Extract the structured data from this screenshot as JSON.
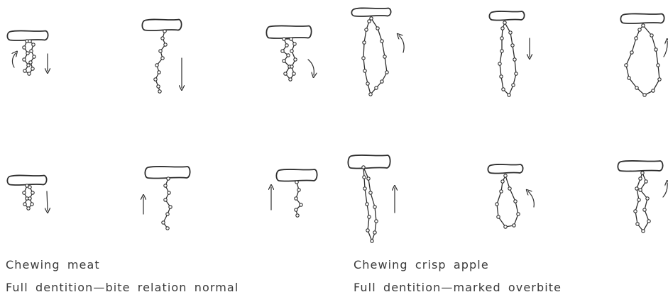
{
  "figure": {
    "panels": [
      {
        "caption_title": "Chewing meat",
        "caption_subtitle": "Full dentition—bite relation normal"
      },
      {
        "caption_title": "Chewing crisp apple",
        "caption_subtitle": "Full dentition—marked overbite"
      }
    ],
    "ink_color": "#2e2e2e",
    "paper_color": "#ffffff"
  }
}
